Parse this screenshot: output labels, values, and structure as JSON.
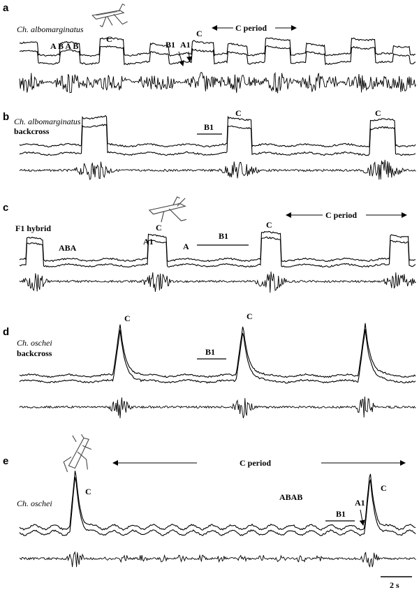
{
  "panels": [
    {
      "letter": "a",
      "species": "Ch. albomarginatus",
      "subtitle": "",
      "labels": [
        "A B A B",
        "C",
        "B1",
        "A1",
        "C",
        "C  period"
      ]
    },
    {
      "letter": "b",
      "species": "Ch. albomarginatus",
      "subtitle": "backcross",
      "labels": [
        "B1",
        "C",
        "C"
      ]
    },
    {
      "letter": "c",
      "species": "",
      "subtitle": "F1  hybrid",
      "labels": [
        "ABA",
        "A1",
        "C",
        "A",
        "B1",
        "C",
        "C   period"
      ]
    },
    {
      "letter": "d",
      "species": "Ch. oschei",
      "subtitle": "backcross",
      "labels": [
        "C",
        "B1",
        "C"
      ]
    },
    {
      "letter": "e",
      "species": "Ch. oschei",
      "subtitle": "",
      "labels": [
        "C",
        "C   period",
        "ABAB",
        "B1",
        "A1",
        "C"
      ]
    }
  ],
  "scale_bar": "2 s"
}
